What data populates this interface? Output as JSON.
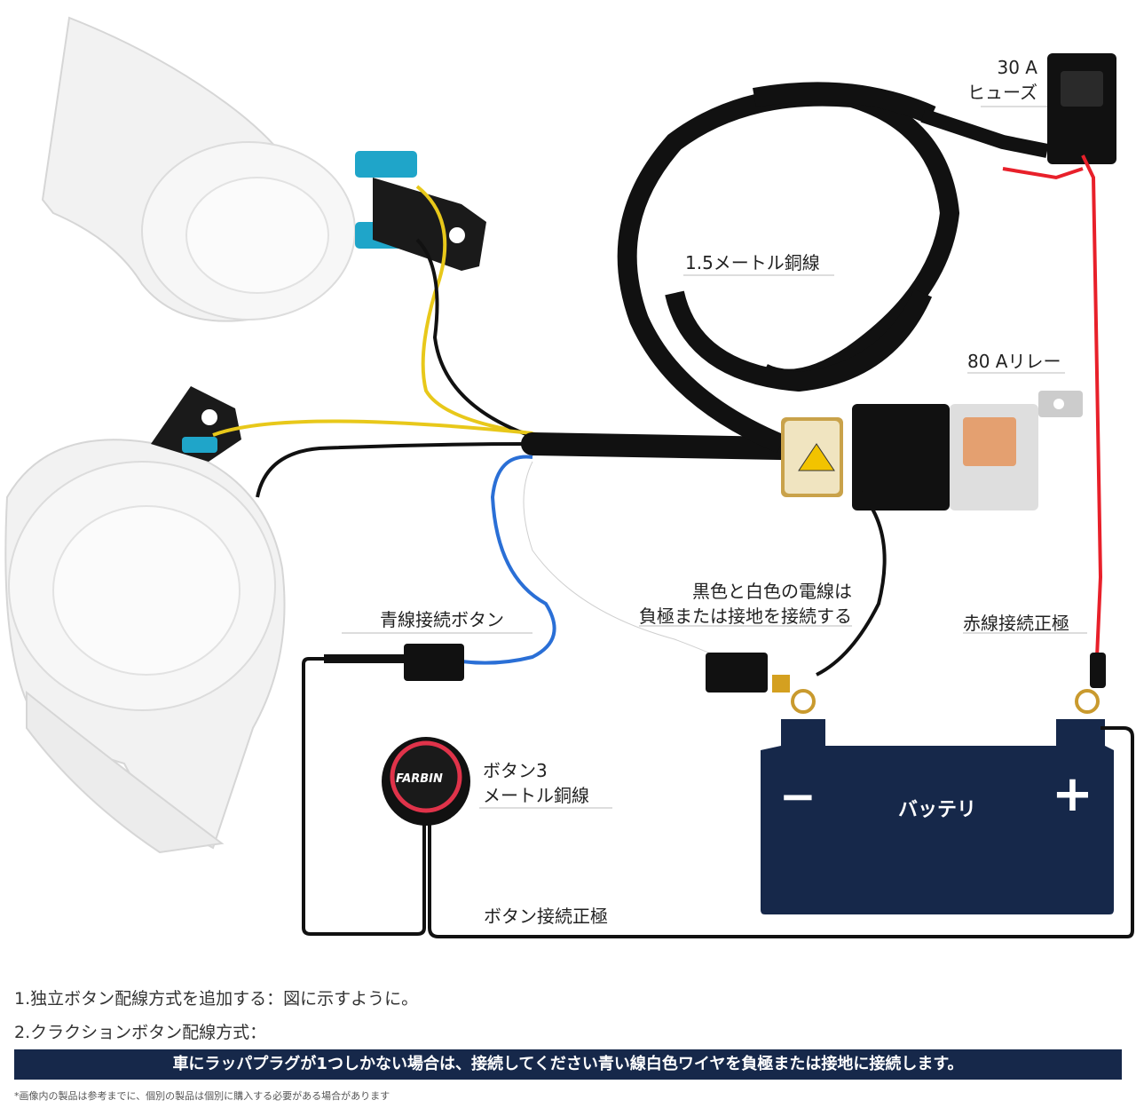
{
  "labels": {
    "fuse": [
      "30 A",
      "ヒューズ"
    ],
    "copper_cable": "1.5メートル銅線",
    "relay": "80 Aリレー",
    "black_white_wire": [
      "黒色と白色の電線は",
      "負極または接地を接続する"
    ],
    "blue_wire_button": "青線接続ボタン",
    "red_wire_positive": "赤線接続正極",
    "button_cable": [
      "ボタン3",
      "メートル銅線"
    ],
    "button_positive": "ボタン接続正極",
    "button_brand": "FARBIN"
  },
  "battery": {
    "label": "バッテリ",
    "minus": "−",
    "plus": "+"
  },
  "notes": {
    "line1": "1.独立ボタン配線方式を追加する：図に示すように。",
    "line2": "2.クラクションボタン配線方式：",
    "banner": "車にラッパプラグが1つしかない場合は、接続してください青い線白色ワイヤを負極または接地に接続します。",
    "footnote": "*画像内の製品は参考までに、個別の製品は個別に購入する必要がある場合があります"
  },
  "colors": {
    "battery": "#16284a",
    "red_wire": "#e8202a",
    "blue_wire": "#2a6fd6",
    "yellow_wire": "#e8c81a",
    "black_wire": "#111111",
    "button_ring": "#e0334a",
    "banner": "#16284a"
  }
}
